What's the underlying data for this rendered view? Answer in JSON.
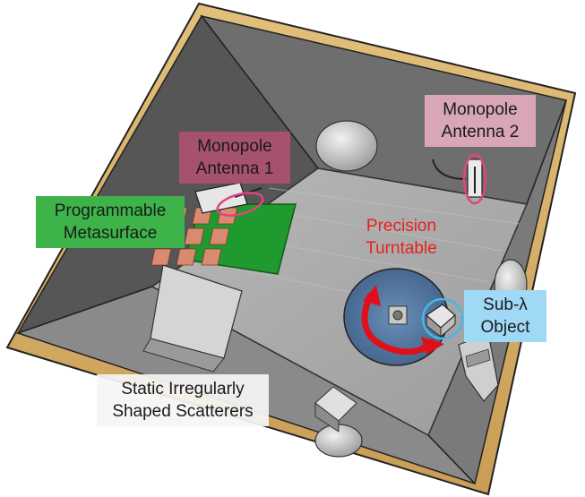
{
  "labels": {
    "monopole_1": [
      "Monopole",
      "Antenna 1"
    ],
    "monopole_2": [
      "Monopole",
      "Antenna 2"
    ],
    "metasurface": [
      "Programmable",
      "Metasurface"
    ],
    "turntable": [
      "Precision",
      "Turntable"
    ],
    "object": [
      "Sub-λ",
      "Object"
    ],
    "scatterers": [
      "Static Irregularly",
      "Shaped Scatterers"
    ]
  },
  "colors": {
    "wall": "#5f5f5f",
    "floor": "#a9a9a9",
    "wood": "#d9b56e",
    "metasurface": "#1f9a2e",
    "turntable_arrow": "#e0101a",
    "antenna_ring": "#e0457e",
    "object_ring": "#47b6e8"
  }
}
